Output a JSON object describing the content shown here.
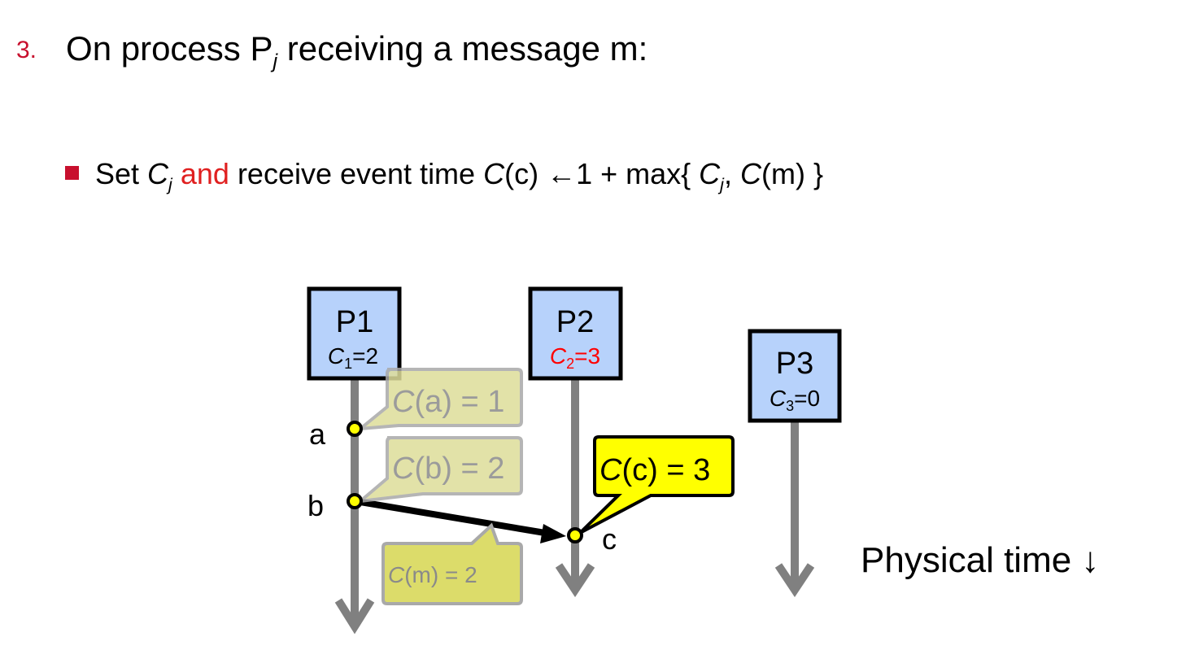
{
  "heading": {
    "number": "3.",
    "prefix": "On process P",
    "sub": "j",
    "suffix": " receiving a message m:"
  },
  "bullet": {
    "set": "Set ",
    "c": "C",
    "c_sub": "j",
    "and": " and",
    "receive": " receive event time ",
    "cc_c": "C",
    "cc_rest": "(c) ",
    "arrow": "←",
    "one_plus": "1 + max{ ",
    "cj_c": "C",
    "cj_sub": "j",
    "comma": ", ",
    "cm_c": "C",
    "cm_rest": "(m) }"
  },
  "processes": [
    {
      "label": "P1",
      "clock_c": "C",
      "clock_sub": "1",
      "clock_val": "=2",
      "clock_color": "#000000"
    },
    {
      "label": "P2",
      "clock_c": "C",
      "clock_sub": "2",
      "clock_val": "=3",
      "clock_color": "#ff0000"
    },
    {
      "label": "P3",
      "clock_c": "C",
      "clock_sub": "3",
      "clock_val": "=0",
      "clock_color": "#000000"
    }
  ],
  "events": {
    "a": "a",
    "b": "b",
    "c": "c"
  },
  "callouts": {
    "ca": {
      "c": "C",
      "rest": "(a) = 1"
    },
    "cb": {
      "c": "C",
      "rest": "(b) = 2"
    },
    "cc": {
      "c": "C",
      "rest": "(c) = 3"
    },
    "cm": {
      "c": "C",
      "rest": "(m) = 2"
    }
  },
  "physical_time": "Physical time ↓",
  "colors": {
    "accent_red": "#c8102e",
    "process_box": "#b7d2fb",
    "timeline": "#808080",
    "event_dot": "#ffff00",
    "callout_active": "#ffff00",
    "callout_faded": "#dedd9a",
    "callout_m": "#dcdc6a"
  }
}
